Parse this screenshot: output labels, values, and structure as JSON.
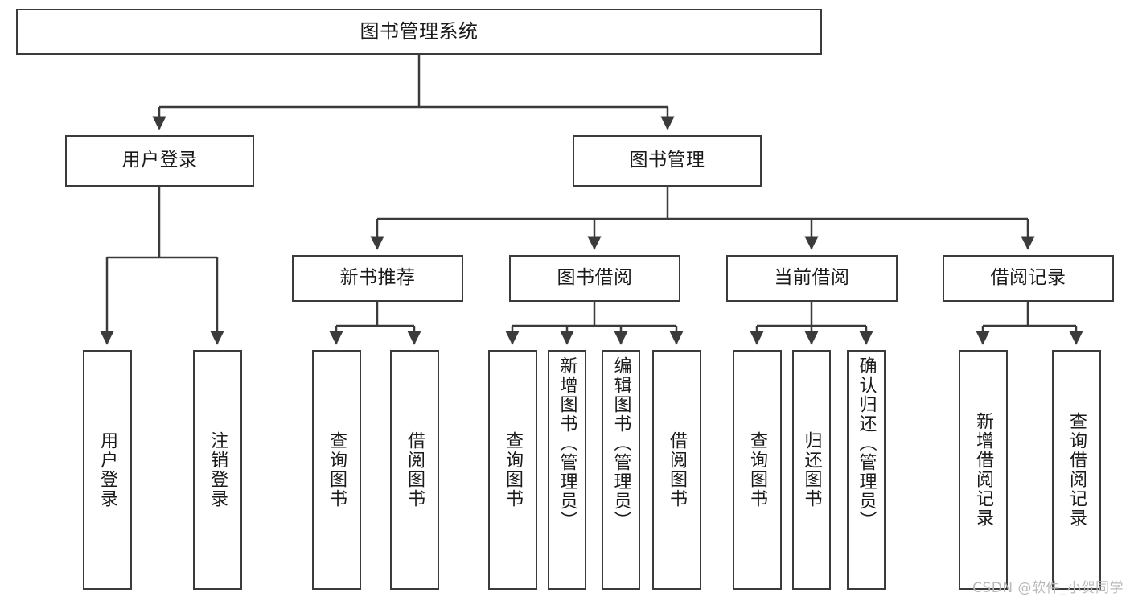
{
  "diagram": {
    "title": "图书管理系统",
    "type": "hierarchy-tree",
    "background_color": "#ffffff",
    "node_border_color": "#3b3b3b",
    "node_fill_color": "#ffffff",
    "text_color": "#1a1a1a"
  },
  "nodes": {
    "root": {
      "label": "图书管理系统"
    },
    "level1": [
      {
        "label": "用户登录"
      },
      {
        "label": "图书管理"
      }
    ],
    "level2": [
      {
        "label": "新书推荐"
      },
      {
        "label": "图书借阅"
      },
      {
        "label": "当前借阅"
      },
      {
        "label": "借阅记录"
      }
    ],
    "leaves": {
      "user_login": [
        {
          "label": "用户登录"
        },
        {
          "label": "注销登录"
        }
      ],
      "new_book_recommend": [
        {
          "label": "查询图书"
        },
        {
          "label": "借阅图书"
        }
      ],
      "book_borrow": [
        {
          "label": "查询图书"
        },
        {
          "label": "新增图书（管理员）"
        },
        {
          "label": "编辑图书（管理员）"
        },
        {
          "label": "借阅图书"
        }
      ],
      "current_borrow": [
        {
          "label": "查询图书"
        },
        {
          "label": "归还图书"
        },
        {
          "label": "确认归还（管理员）"
        }
      ],
      "borrow_record": [
        {
          "label": "新增借阅记录"
        },
        {
          "label": "查询借阅记录"
        }
      ]
    }
  },
  "watermark": {
    "text": "CSDN @软件_小贺同学",
    "color": "#b9b9b9"
  }
}
